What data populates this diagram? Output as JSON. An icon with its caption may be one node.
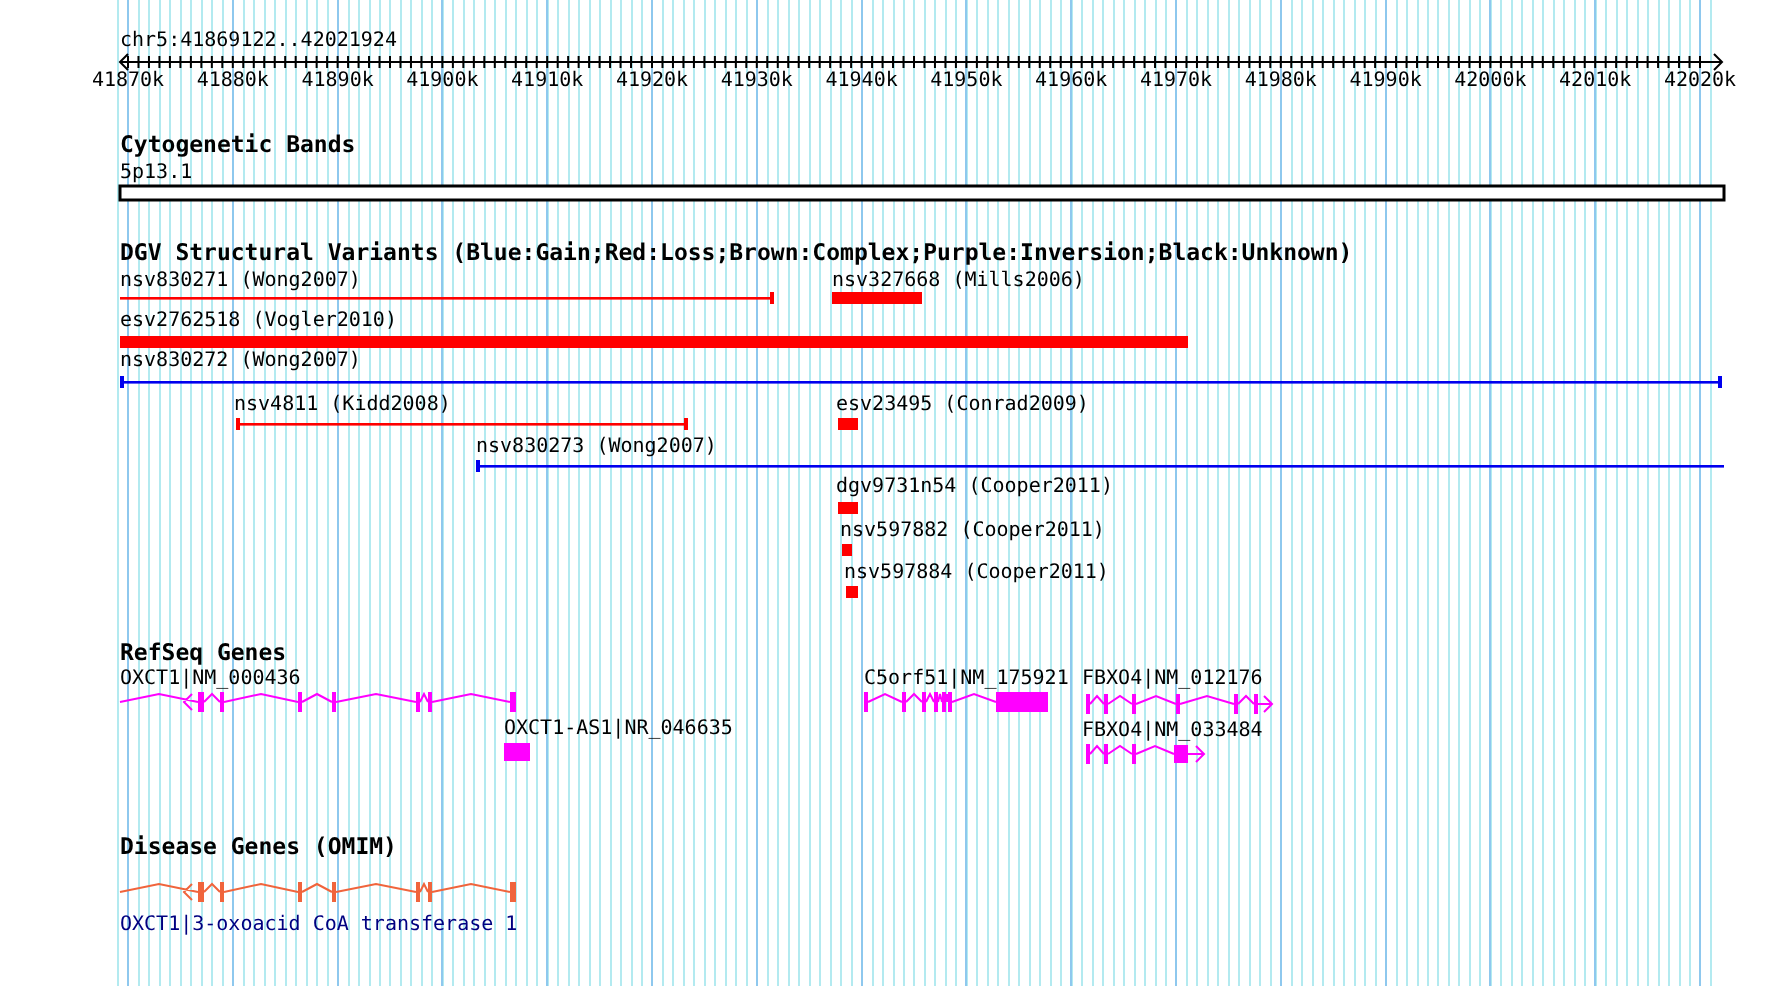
{
  "diagram": {
    "nodes": [
      {
        "text": [
          "nsv830271 (Wong2007)"
        ]
      },
      {
        "text": [
          "nsv327668 (Mills2006)"
        ]
      },
      {
        "text": [
          "esv2762518 (Vogler2010)"
        ]
      },
      {
        "text": [
          "nsv830272 (Wong2007)"
        ]
      },
      {
        "text": [
          "nsv4811 (Kidd2008)"
        ]
      },
      {
        "text": [
          "esv23495 (Conrad2009)"
        ]
      },
      {
        "text": [
          "nsv830273 (Wong2007)"
        ]
      },
      {
        "text": [
          "dgv9731n54 (Cooper2011)"
        ]
      },
      {
        "text": [
          "nsv597882 (Cooper2011)"
        ]
      },
      {
        "text": [
          "nsv597884 (Cooper2011)"
        ]
      },
      {
        "text": [
          "OXCT1|NM_000436"
        ]
      },
      {
        "text": [
          "OXCT1-AS1|NR_046635"
        ]
      },
      {
        "text": [
          "C5orf51|NM_175921"
        ]
      },
      {
        "text": [
          "FBXO4|NM_012176"
        ]
      },
      {
        "text": [
          "FBXO4|NM_033484"
        ]
      },
      {
        "text": [
          "OXCT1|3-oxoacid CoA transferase 1"
        ]
      }
    ],
    "labels": [
      "chr5:41869122..42021924",
      "41870k",
      "41880k",
      "41890k",
      "41900k",
      "41910k",
      "41920k",
      "41930k",
      "41940k",
      "41950k",
      "41960k",
      "41970k",
      "41980k",
      "41990k",
      "42000k",
      "42010k",
      "42020k",
      "Cytogenetic Bands",
      "5p13.1",
      "DGV Structural Variants (Blue:Gain;Red:Loss;Brown:Complex;Purple:Inversion;Black:Unknown)",
      "RefSeq Genes",
      "Disease Genes (OMIM)"
    ]
  }
}
